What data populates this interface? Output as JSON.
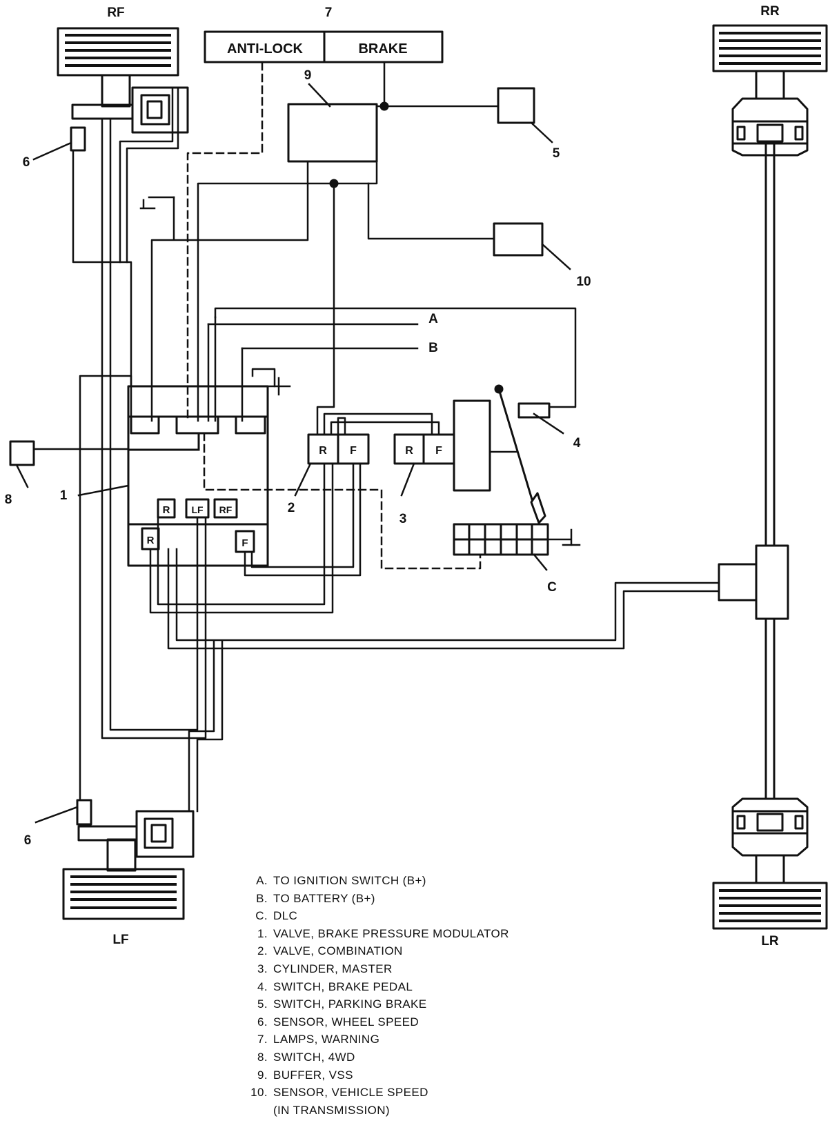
{
  "wheels": {
    "rf": "RF",
    "lf": "LF",
    "rr": "RR",
    "lr": "LR"
  },
  "warning_lamps": {
    "number": "7",
    "left_text": "ANTI-LOCK",
    "right_text": "BRAKE"
  },
  "callouts": {
    "buffer_vss": "9",
    "parking_brake_switch": "5",
    "wheel_sensor_rf": "6",
    "wheel_sensor_lf": "6",
    "vehicle_speed_sensor": "10",
    "ignition": "A",
    "battery": "B",
    "brake_pedal_switch": "4",
    "switch_4wd": "8",
    "modulator_valve": "1",
    "combination_valve": "2",
    "master_cylinder": "3",
    "dlc": "C"
  },
  "port_labels": {
    "mod_r_upper": "R",
    "mod_lf": "LF",
    "mod_rf": "RF",
    "mod_r_lower": "R",
    "mod_f": "F",
    "combo_r": "R",
    "combo_f": "F",
    "master_r": "R",
    "master_f": "F"
  },
  "legend": [
    {
      "key": "A.",
      "text": "TO IGNITION SWITCH (B+)"
    },
    {
      "key": "B.",
      "text": "TO BATTERY (B+)"
    },
    {
      "key": "C.",
      "text": "DLC"
    },
    {
      "key": "1.",
      "text": "VALVE, BRAKE PRESSURE MODULATOR"
    },
    {
      "key": "2.",
      "text": "VALVE, COMBINATION"
    },
    {
      "key": "3.",
      "text": "CYLINDER, MASTER"
    },
    {
      "key": "4.",
      "text": "SWITCH, BRAKE PEDAL"
    },
    {
      "key": "5.",
      "text": "SWITCH, PARKING BRAKE"
    },
    {
      "key": "6.",
      "text": "SENSOR, WHEEL SPEED"
    },
    {
      "key": "7.",
      "text": "LAMPS, WARNING"
    },
    {
      "key": "8.",
      "text": "SWITCH, 4WD"
    },
    {
      "key": "9.",
      "text": "BUFFER, VSS"
    },
    {
      "key": "10.",
      "text": "SENSOR, VEHICLE SPEED"
    },
    {
      "key": "",
      "text": "(IN TRANSMISSION)"
    }
  ]
}
